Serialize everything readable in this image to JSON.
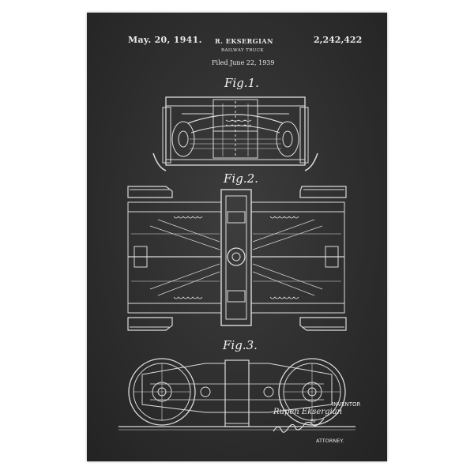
{
  "header": {
    "date": "May. 20, 1941.",
    "inventor": "R. EKSERGIAN",
    "patent_number": "2,242,422",
    "subject": "RAILWAY TRUCK",
    "filed": "Filed June 22, 1939"
  },
  "figures": {
    "fig1_label": "Fig.1.",
    "fig2_label": "Fig.2.",
    "fig3_label": "Fig.3."
  },
  "signature": {
    "inventor_label": "INVENTOR",
    "inventor_name": "Rupen Eksergian",
    "by_label": "BY",
    "attorney_label": "ATTORNEY."
  },
  "colors": {
    "board": "#2e2e2e",
    "chalk": "#e9e9e9",
    "background": "#ffffff"
  }
}
